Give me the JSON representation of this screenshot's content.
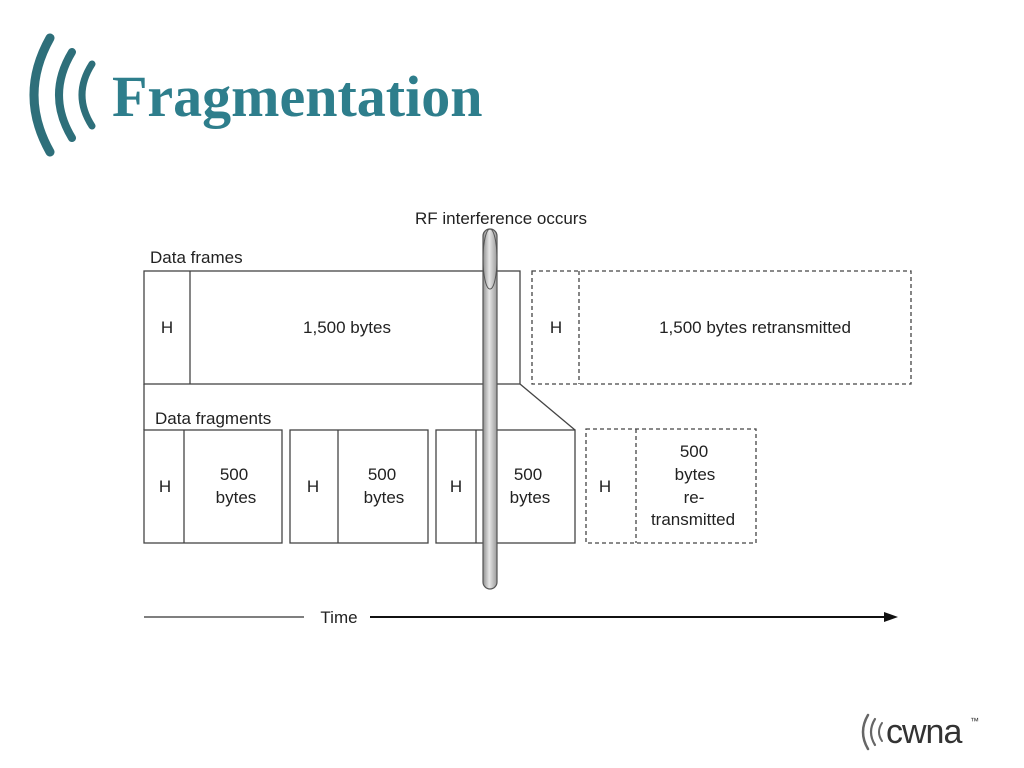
{
  "slide": {
    "title": "Fragmentation",
    "title_color": "#2e7e8c",
    "accent_color": "#2e6f7a"
  },
  "diagram": {
    "interference_label": "RF interference occurs",
    "frames_label": "Data frames",
    "fragments_label": "Data fragments",
    "time_label": "Time",
    "frames": [
      {
        "header": "H",
        "body": [
          "1,500 bytes"
        ]
      },
      {
        "header": "H",
        "body": [
          "1,500 bytes retransmitted"
        ]
      }
    ],
    "fragments": [
      {
        "header": "H",
        "body": [
          "500",
          "bytes"
        ]
      },
      {
        "header": "H",
        "body": [
          "500",
          "bytes"
        ]
      },
      {
        "header": "H",
        "body": [
          "500",
          "bytes"
        ]
      },
      {
        "header": "H",
        "body": [
          "500",
          "bytes",
          "re-",
          "transmitted"
        ]
      }
    ]
  },
  "footer": {
    "logo_word": "cwna",
    "logo_tm": "™"
  }
}
